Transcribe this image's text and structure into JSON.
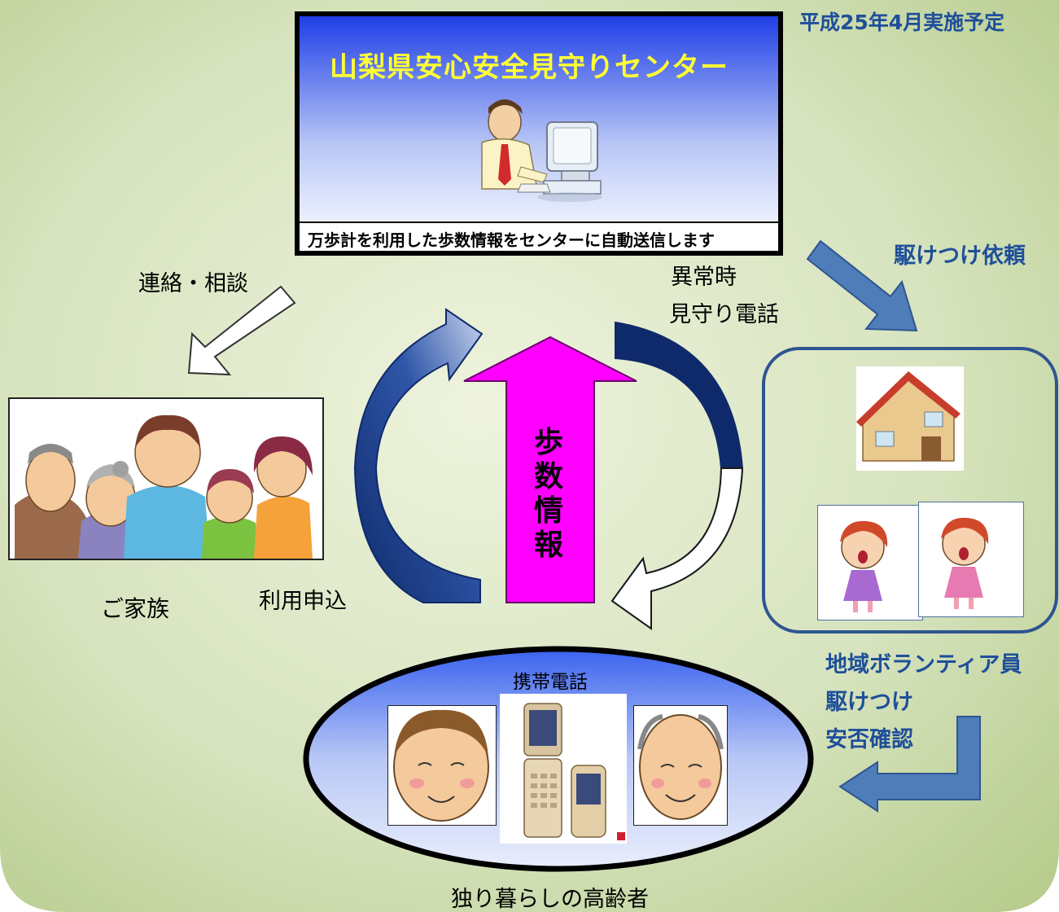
{
  "implementation_date": "平成25年4月実施予定",
  "center": {
    "title": "山梨県安心安全見守りセンター",
    "caption": "万歩計を利用した歩数情報をセンターに自動送信します"
  },
  "labels": {
    "contact": "連絡・相談",
    "anomaly_line1": "異常時",
    "anomaly_line2": "見守り電話",
    "rush_request": "駆けつけ依頼",
    "family": "ご家族",
    "apply": "利用申込",
    "step_info": [
      "歩",
      "数",
      "情",
      "報"
    ],
    "phone": "携帯電話",
    "elderly": "独り暮らしの高齢者",
    "volunteer_line1": "地域ボランティア員",
    "volunteer_line2": "駆けつけ",
    "volunteer_line3": "安否確認"
  },
  "colors": {
    "background": "#c9d9a8",
    "navy_arrow": "#0f2a6b",
    "magenta_arrow": "#ff00ff",
    "steel_arrow": "#4f7dba",
    "title_yellow": "#ffff33"
  }
}
